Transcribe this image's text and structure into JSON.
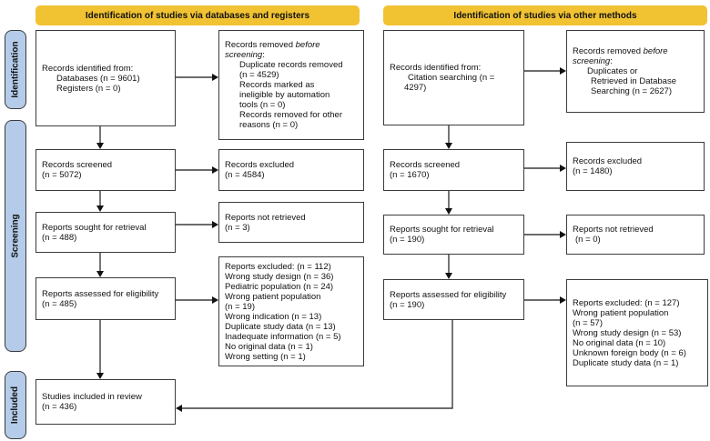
{
  "colors": {
    "banner_bg": "#F1C232",
    "sidebar_bg": "#B4CCE9",
    "box_border": "#3B3B3B",
    "text": "#111111"
  },
  "banners": {
    "databases": "Identification of studies via databases and registers",
    "other": "Identification of studies via other methods"
  },
  "sidebar": {
    "identification": "Identification",
    "screening": "Screening",
    "included": "Included"
  },
  "db": {
    "identified": {
      "title": "Records identified from:",
      "item1": "Databases (n = 9601)",
      "item2": "Registers (n = 0)"
    },
    "removed": {
      "head_pre": "Records removed ",
      "head_italic1": "before",
      "head_italic2": "screening",
      "head_post": ":",
      "i1a": "Duplicate records removed",
      "i1b": "(n = 4529)",
      "i2a": "Records marked as",
      "i2b": "ineligible by automation",
      "i2c": "tools (n = 0)",
      "i3a": "Records removed for other",
      "i3b": "reasons (n = 0)"
    },
    "screened": {
      "l1": "Records screened",
      "l2": "(n = 5072)"
    },
    "excluded": {
      "l1": "Records excluded",
      "l2": "(n = 4584)"
    },
    "sought": {
      "l1": "Reports sought for retrieval",
      "l2": "(n = 488)"
    },
    "not_retrieved": {
      "l1": "Reports not retrieved",
      "l2": "(n = 3)"
    },
    "assessed": {
      "l1": "Reports assessed for eligibility",
      "l2": "(n = 485)"
    },
    "reports_excluded": {
      "l1": "Reports excluded: (n = 112)",
      "l2": "Wrong study design (n = 36)",
      "l3": "Pediatric population (n = 24)",
      "l4": "Wrong patient population",
      "l5": "(n = 19)",
      "l6": "Wrong indication (n = 13)",
      "l7": "Duplicate study data (n = 13)",
      "l8": "Inadequate information (n = 5)",
      "l9": "No original data (n = 1)",
      "l10": "Wrong setting (n = 1)"
    }
  },
  "om": {
    "identified": {
      "title": "Records identified from:",
      "item1": "Citation searching (n =",
      "item2": "4297)"
    },
    "removed": {
      "head_pre": "Records removed ",
      "head_italic1": "before",
      "head_italic2": "screening",
      "head_post": ":",
      "i1": "Duplicates or",
      "i2": "Retrieved in Database",
      "i3": "Searching (n = 2627)"
    },
    "screened": {
      "l1": "Records screened",
      "l2": "(n = 1670)"
    },
    "excluded": {
      "l1": "Records excluded",
      "l2": "(n = 1480)"
    },
    "sought": {
      "l1": "Reports sought for retrieval",
      "l2": "(n = 190)"
    },
    "not_retrieved": {
      "l1": "Reports not retrieved",
      "l2": "(n = 0)"
    },
    "assessed": {
      "l1": "Reports assessed for eligibility",
      "l2": "(n = 190)"
    },
    "reports_excluded": {
      "l1": "Reports excluded: (n = 127)",
      "l2": "Wrong patient population",
      "l3": "(n = 57)",
      "l4": "Wrong study design (n = 53)",
      "l5": "No original data (n = 10)",
      "l6": "Unknown foreign body (n = 6)",
      "l7": "Duplicate study data (n = 1)"
    }
  },
  "included_box": {
    "l1": "Studies included in review",
    "l2": "(n = 436)"
  }
}
